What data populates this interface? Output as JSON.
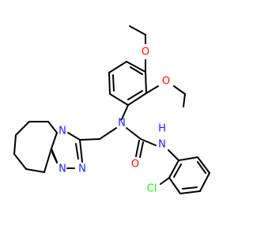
{
  "molecule": {
    "atom_labels": {
      "o_top": "O",
      "o_right": "O",
      "n_central": "N",
      "n_amide": "N",
      "h_amide": "H",
      "o_carbonyl": "O",
      "cl": "Cl",
      "n_triazole_1": "N",
      "n_triazole_2": "N",
      "n_triazole_3": "N"
    },
    "colors": {
      "carbon_bond": "#000000",
      "nitrogen": "#2020ff",
      "oxygen": "#ff0d0d",
      "chlorine": "#1ff01f",
      "background": "#ffffff"
    }
  }
}
